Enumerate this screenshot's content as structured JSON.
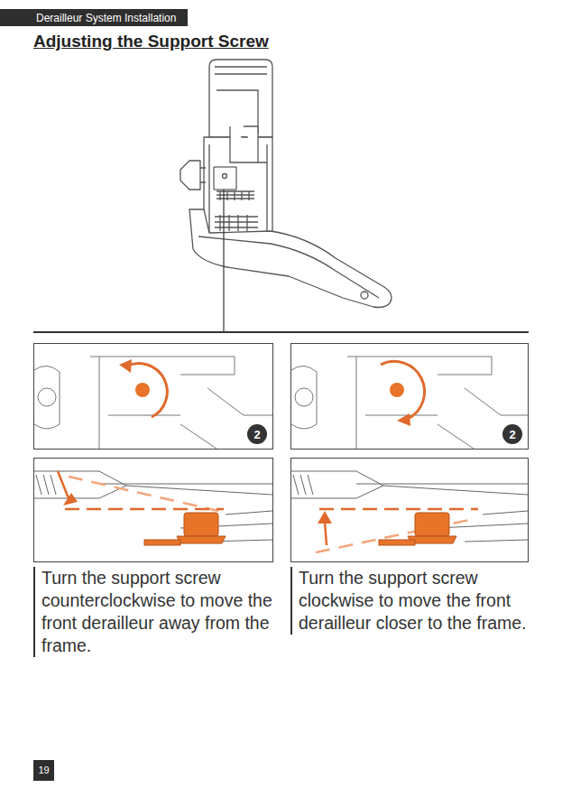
{
  "diagram": {
    "title": "Adjusting the Support Screw",
    "nodes": [
      {
        "text": [
          "Derailleur System Installation"
        ]
      },
      {
        "text": [
          "2"
        ]
      },
      {
        "text": [
          "2"
        ]
      },
      {
        "text": [
          "19"
        ]
      }
    ],
    "labels": [
      "Turn the support screw counterclockwise to move the front derailleur away from the frame.",
      "Turn the support screw clockwise to move the front derailleur closer to the frame."
    ]
  }
}
